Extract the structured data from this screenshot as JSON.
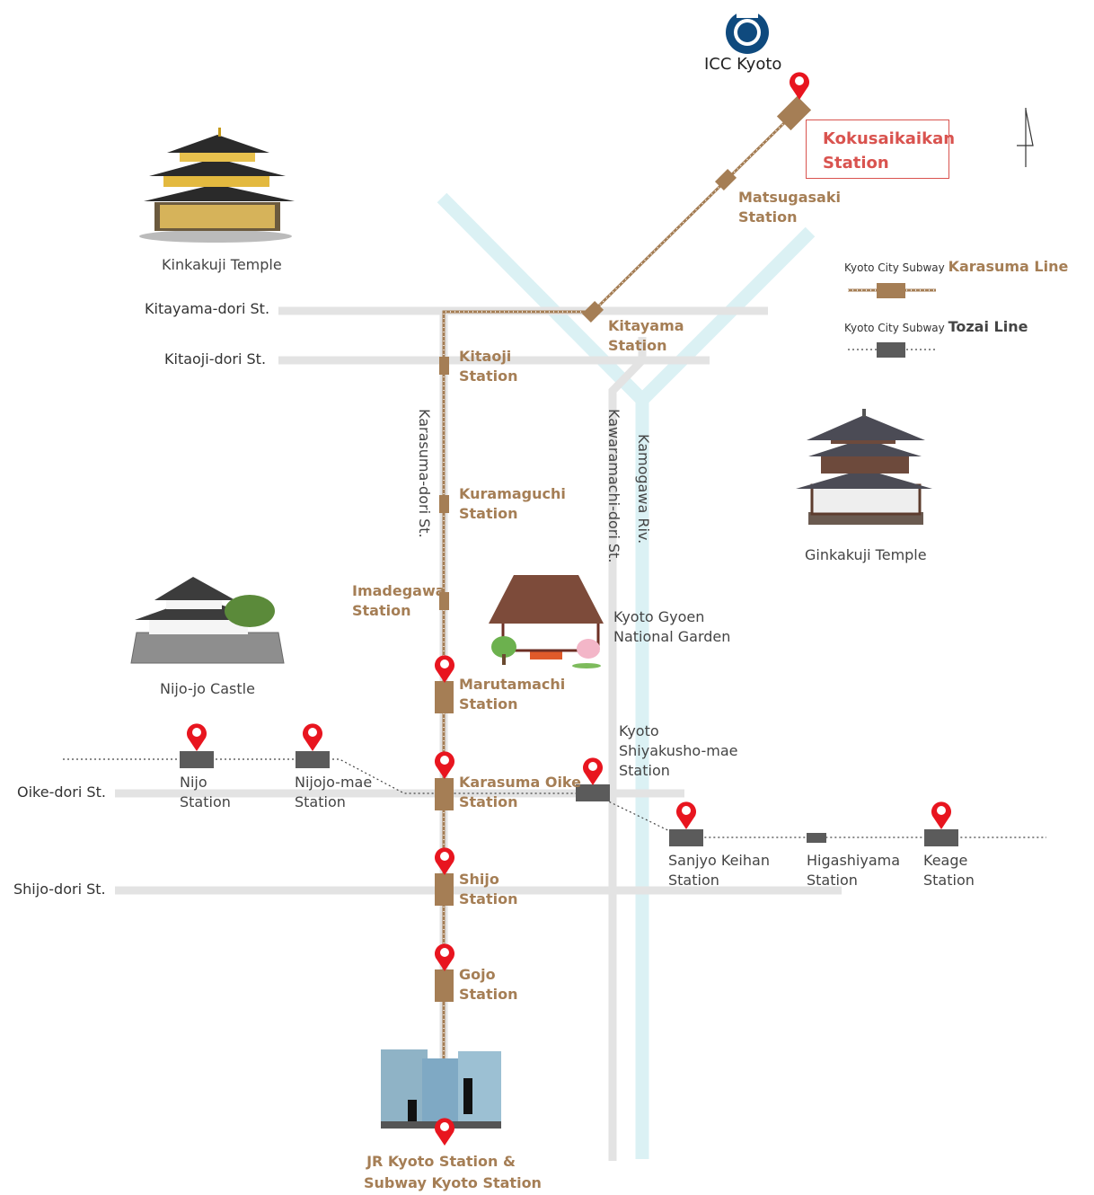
{
  "logo": {
    "text": "ICC Kyoto",
    "color": "#0f4a7e"
  },
  "destination": {
    "name": "Kokusaikaikan\nStation",
    "line1": "Kokusaikaikan",
    "line2": "Station"
  },
  "legend": {
    "karasuma": {
      "prefix": "Kyoto City Subway",
      "name": "Karasuma Line",
      "color": "#a57e55"
    },
    "tozai": {
      "prefix": "Kyoto City Subway",
      "name": "Tozai Line",
      "color": "#5b5b5b"
    }
  },
  "streets": {
    "kitayama": "Kitayama-dori St.",
    "kitaoji": "Kitaoji-dori St.",
    "oike": "Oike-dori St.",
    "shijo": "Shijo-dori St.",
    "karasuma": "Karasuma-dori St.",
    "kawaramachi": "Kawaramachi-dori St.",
    "kamogawa": "Kamogawa Riv."
  },
  "karasuma_stations": {
    "matsugasaki": [
      "Matsugasaki",
      "Station"
    ],
    "kitayama": [
      "Kitayama",
      "Station"
    ],
    "kitaoji": [
      "Kitaoji",
      "Station"
    ],
    "kuramaguchi": [
      "Kuramaguchi",
      "Station"
    ],
    "imadegawa": [
      "Imadegawa",
      "Station"
    ],
    "marutamachi": [
      "Marutamachi",
      "Station"
    ],
    "karasuma_oike": [
      "Karasuma Oike",
      "Station"
    ],
    "shijo": [
      "Shijo",
      "Station"
    ],
    "gojo": [
      "Gojo",
      "Station"
    ],
    "kyoto": [
      "JR Kyoto Station &",
      "Subway Kyoto Station"
    ]
  },
  "tozai_stations": {
    "nijo": [
      "Nijo",
      "Station"
    ],
    "nijojo_mae": [
      "Nijojo-mae",
      "Station"
    ],
    "shiyakusho": [
      "Kyoto",
      "Shiyakusho-mae",
      "Station"
    ],
    "sanjyo": [
      "Sanjyo Keihan",
      "Station"
    ],
    "higashiyama": [
      "Higashiyama",
      "Station"
    ],
    "keage": [
      "Keage",
      "Station"
    ]
  },
  "landmarks": {
    "kinkakuji": "Kinkakuji Temple",
    "ginkakuji": "Ginkakuji Temple",
    "nijo_castle": "Nijo-jo Castle",
    "gyoen": [
      "Kyoto Gyoen",
      "National Garden"
    ]
  },
  "colors": {
    "street": "#e3e3e3",
    "river": "#dbf1f4",
    "karasuma": "#a57e55",
    "tozai": "#5b5b5b",
    "pin": "#e8151f",
    "highlight": "#d9534f"
  }
}
